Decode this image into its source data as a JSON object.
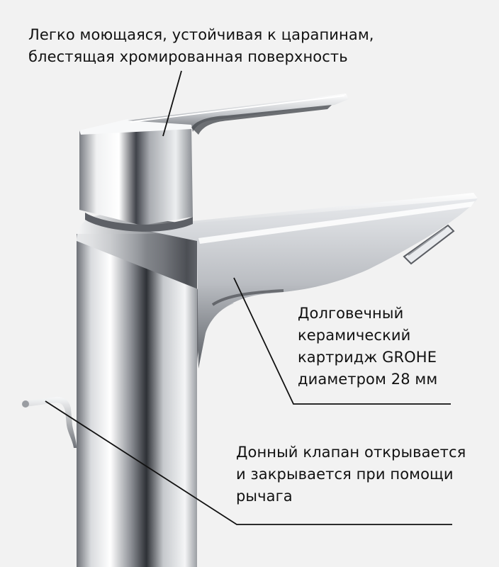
{
  "callouts": {
    "surface": {
      "lines": [
        "Легко моющаяся, устойчивая к царапинам,",
        "блестящая хромированная поверхность"
      ]
    },
    "cartridge": {
      "lines": [
        "Долговечный",
        "керамический",
        "картридж GROHE",
        "диаметром 28 мм"
      ]
    },
    "drain": {
      "lines": [
        "Донный клапан открывается",
        "и закрывается при помощи",
        "рычага"
      ]
    }
  },
  "colors": {
    "background": "#f2f2f2",
    "text": "#111111",
    "leader_line": "#111111",
    "chrome_light": "#ffffff",
    "chrome_mid": "#b9bcc0",
    "chrome_dark": "#3c3f44"
  }
}
